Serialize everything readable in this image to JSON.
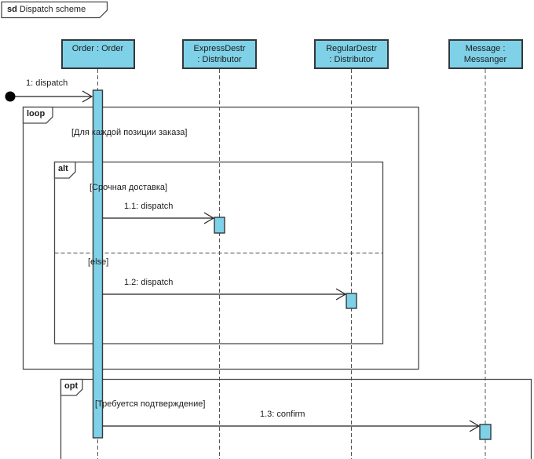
{
  "title": {
    "keyword": "sd",
    "name": "Dispatch scheme"
  },
  "colors": {
    "element_fill": "#7fd1e8",
    "element_border": "#31383b",
    "frame_stroke": "#4a4a4a",
    "line_color": "#222222",
    "background": "#ffffff"
  },
  "lifelines": [
    {
      "line1": "Order : Order",
      "line2": ""
    },
    {
      "line1": "ExpressDestr",
      "line2": ": Distributor"
    },
    {
      "line1": "RegularDestr",
      "line2": ": Distributor"
    },
    {
      "line1": "Message :",
      "line2": "Messanger"
    }
  ],
  "fragments": [
    {
      "operator": "loop",
      "guard": "[Для каждой позиции заказа]"
    },
    {
      "operator": "alt",
      "guard": "[Срочная доставка]",
      "else_guard": "[else]"
    },
    {
      "operator": "opt",
      "guard": "[Требуется подтверждение]"
    }
  ],
  "messages": [
    {
      "label": "1: dispatch"
    },
    {
      "label": "1.1: dispatch"
    },
    {
      "label": "1.2: dispatch"
    },
    {
      "label": "1.3: confirm"
    }
  ]
}
